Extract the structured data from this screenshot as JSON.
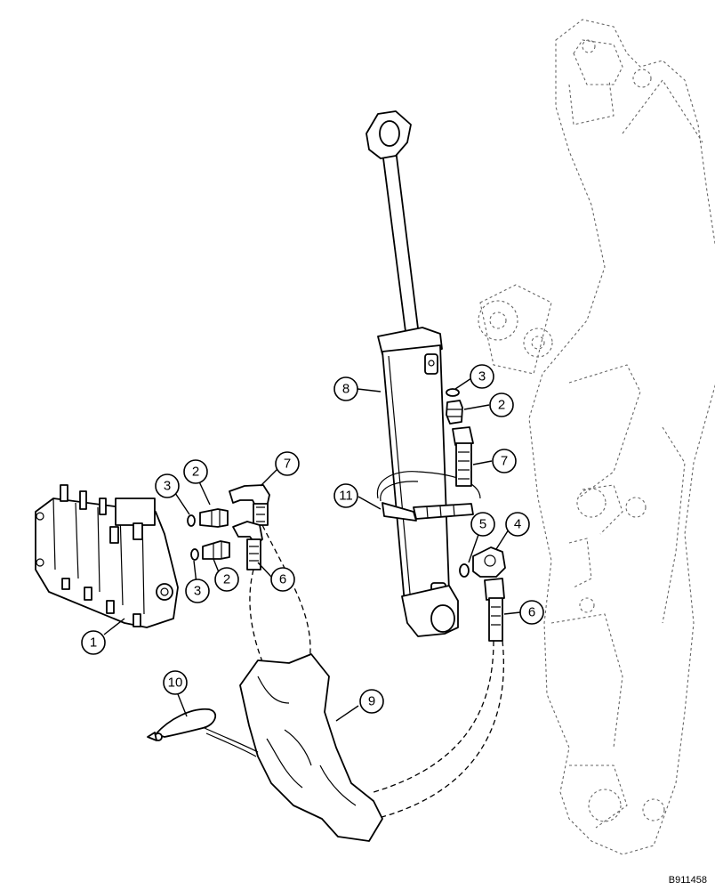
{
  "figure_ref": "B911458",
  "callouts": [
    {
      "id": "c1",
      "label": "1"
    },
    {
      "id": "c2a",
      "label": "2"
    },
    {
      "id": "c2b",
      "label": "2"
    },
    {
      "id": "c2c",
      "label": "2"
    },
    {
      "id": "c3a",
      "label": "3"
    },
    {
      "id": "c3b",
      "label": "3"
    },
    {
      "id": "c3c",
      "label": "3"
    },
    {
      "id": "c4",
      "label": "4"
    },
    {
      "id": "c5",
      "label": "5"
    },
    {
      "id": "c6a",
      "label": "6"
    },
    {
      "id": "c6b",
      "label": "6"
    },
    {
      "id": "c7a",
      "label": "7"
    },
    {
      "id": "c7b",
      "label": "7"
    },
    {
      "id": "c8",
      "label": "8"
    },
    {
      "id": "c9",
      "label": "9"
    },
    {
      "id": "c10",
      "label": "10"
    },
    {
      "id": "c11",
      "label": "11"
    }
  ]
}
